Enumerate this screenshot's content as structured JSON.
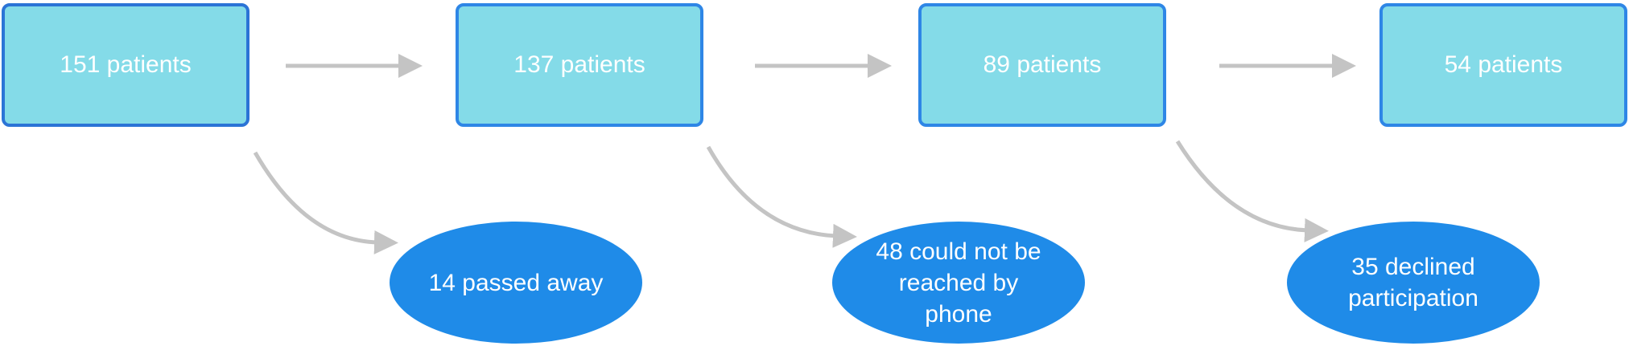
{
  "diagram": {
    "stages": [
      {
        "label": "151 patients"
      },
      {
        "label": "137 patients"
      },
      {
        "label": "89 patients"
      },
      {
        "label": "54 patients"
      }
    ],
    "exclusions": [
      {
        "label": "14 passed away"
      },
      {
        "label": "48 could not be reached by phone"
      },
      {
        "label": "35 declined participation"
      }
    ],
    "colors": {
      "box_fill": "#84dbe8",
      "box_border": "#2e86e6",
      "oval_fill": "#1f8be8",
      "arrow": "#c4c4c4",
      "text": "#ffffff"
    }
  }
}
